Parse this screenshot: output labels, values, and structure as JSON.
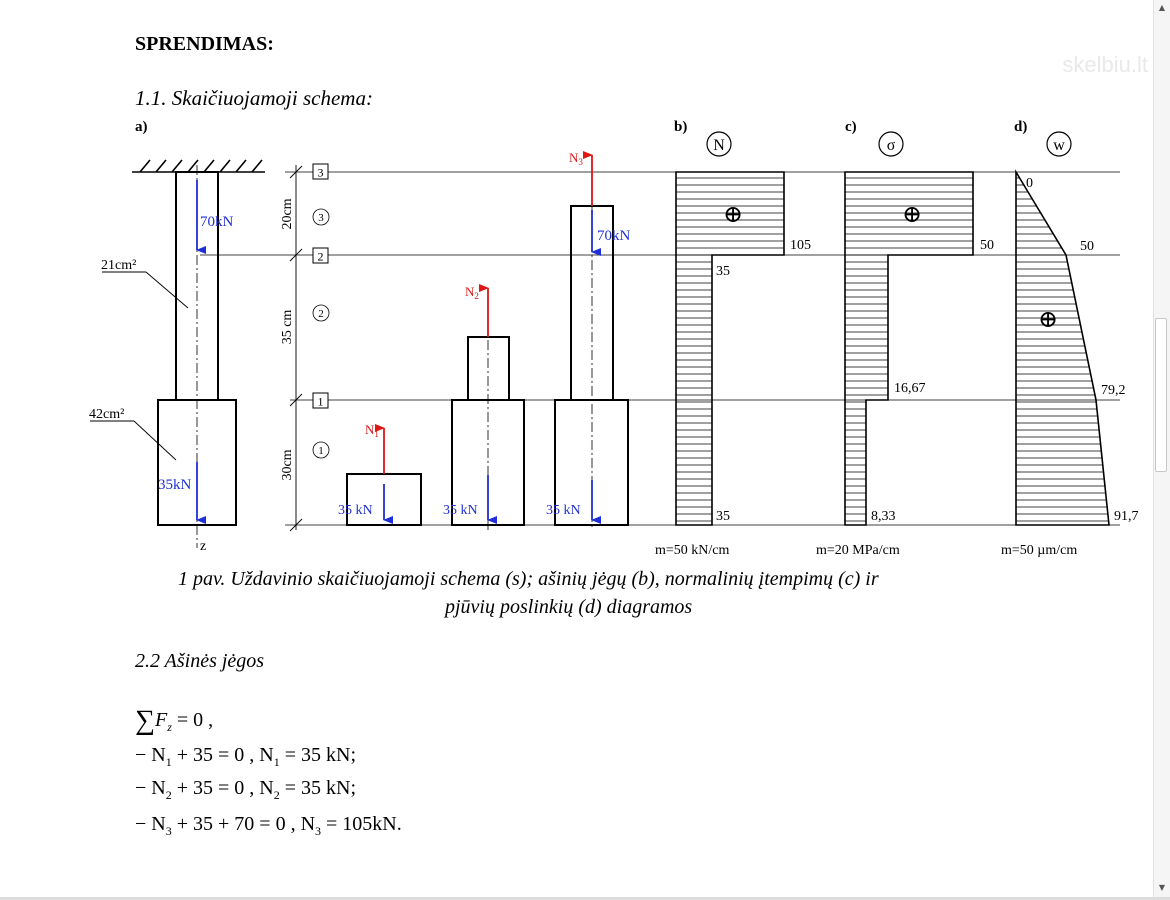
{
  "heading": "SPRENDIMAS:",
  "subheading": "1.1. Skaičiuojamoji schema:",
  "watermark": "skelbiu.lt",
  "figure": {
    "panel_a": "a)",
    "panel_b": "b)",
    "panel_c": "c)",
    "panel_d": "d)",
    "symbol_N": "N",
    "symbol_sigma": "σ",
    "symbol_w": "w",
    "section_labels": [
      "1",
      "2",
      "3"
    ],
    "segment_labels": [
      "1",
      "2",
      "3"
    ],
    "dims": [
      "20cm",
      "35 cm",
      "30cm"
    ],
    "area_small": "21cm²",
    "area_large": "42cm²",
    "force_70": "70kN",
    "force_35": "35kN",
    "force_35s": "35 kN",
    "N1": "N",
    "N1_sub": "1",
    "N2": "N",
    "N2_sub": "2",
    "N3": "N",
    "N3_sub": "3",
    "axis_z": "z",
    "plus": "⊕",
    "N_vals": [
      "105",
      "35",
      "35"
    ],
    "sigma_vals": [
      "50",
      "16,67",
      "8,33"
    ],
    "w_vals": [
      "0",
      "50",
      "79,2",
      "91,7"
    ],
    "scale_N": "m=50 kN/cm",
    "scale_sigma": "m=20 MPa/cm",
    "scale_w": "m=50 µm/cm",
    "colors": {
      "load": "#1f2fd6",
      "reaction": "#e01515",
      "line": "#000000"
    }
  },
  "caption_line1": "1 pav. Uždavinio skaičiuojamoji schema (s); ašinių jėgų (b), normalinių įtempimų (c) ir",
  "caption_line2": "pjūvių poslinkių (d) diagramos",
  "section_2_2": "2.2 Ašinės jėgos",
  "equations": {
    "eq0": {
      "sum": "∑",
      "F": "F",
      "Fsub": "z",
      "rest": " = 0 ,"
    },
    "eq1": {
      "a": "− N",
      "asub": "1",
      "b": " + 35 = 0  ,  N",
      "bsub": "1",
      "c": " = 35 kN;"
    },
    "eq2": {
      "a": "− N",
      "asub": "2",
      "b": " + 35 = 0  ,  N",
      "bsub": "2",
      "c": " = 35 kN;"
    },
    "eq3": {
      "a": "− N",
      "asub": "3",
      "b": " + 35 + 70 = 0  ,  N",
      "bsub": "3",
      "c": " = 105kN."
    }
  }
}
